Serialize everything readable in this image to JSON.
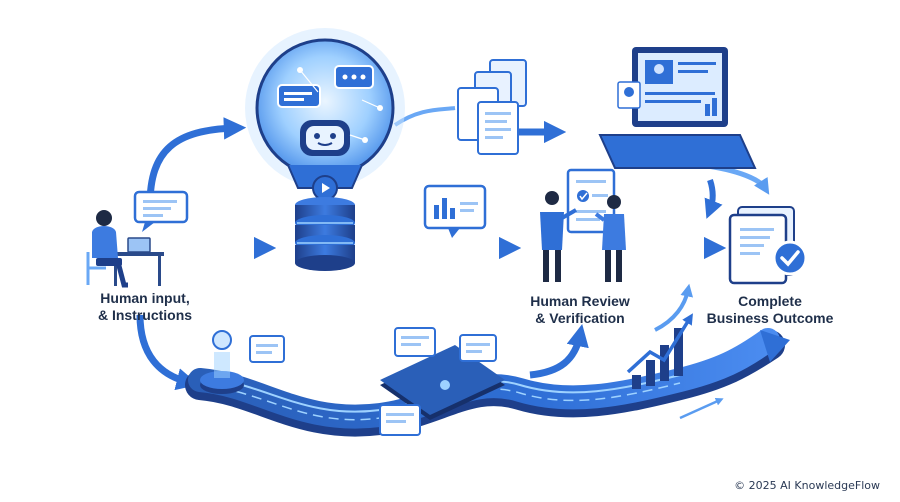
{
  "labels": {
    "human_input": {
      "line1": "Human input,",
      "line2": "& Instructions"
    },
    "human_review": {
      "line1": "Human Review",
      "line2": "& Verification"
    },
    "outcome": {
      "line1": "Complete",
      "line2": "Business Outcome"
    }
  },
  "copyright": "© 2025 AI KnowledgeFlow",
  "colors": {
    "primary": "#2f6fd6",
    "dark": "#1e3f8a",
    "light": "#cfe2ff",
    "glow": "#9ed2ff",
    "text": "#1f2f4a"
  },
  "icons": [
    "person-laptop-icon",
    "chat-bubble-icon",
    "lightbulb-robot-icon",
    "database-icon",
    "documents-icon",
    "laptop-dashboard-icon",
    "chart-card-icon",
    "people-review-icon",
    "checklist-document-icon",
    "growth-chart-icon",
    "circuit-path-icon"
  ]
}
